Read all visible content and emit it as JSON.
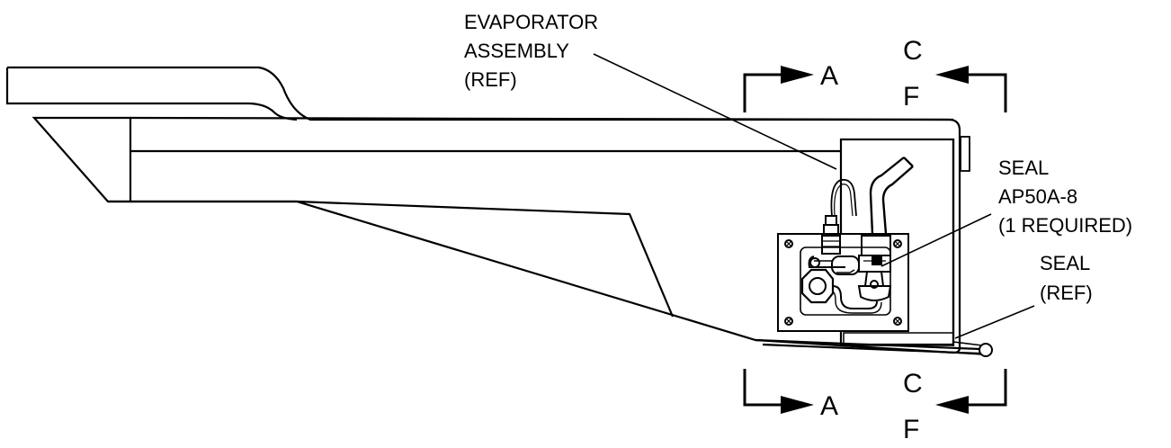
{
  "callouts": {
    "evaporator": [
      "EVAPORATOR",
      "ASSEMBLY",
      "(REF)"
    ],
    "seal_part": [
      "SEAL",
      "AP50A-8",
      "(1 REQUIRED)"
    ],
    "seal_ref": [
      "SEAL",
      "(REF)"
    ]
  },
  "section_marks": {
    "a": "A",
    "c": "C",
    "f": "F"
  }
}
